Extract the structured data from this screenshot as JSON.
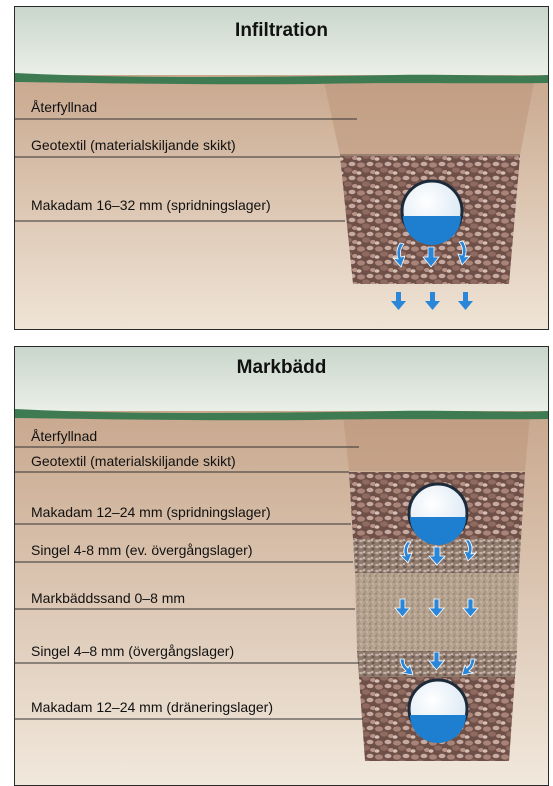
{
  "infiltration": {
    "title": "Infiltration",
    "layers": [
      "Återfyllnad",
      "Geotextil (materialskiljande skikt)",
      "Makadam 16–32 mm (spridningslager)"
    ]
  },
  "markbadd": {
    "title": "Markbädd",
    "layers": [
      "Återfyllnad",
      "Geotextil (materialskiljande skikt)",
      "Makadam 12–24 mm (spridningslager)",
      "Singel 4-8 mm (ev. övergångslager)",
      "Markbäddssand 0–8 mm",
      "Singel 4–8 mm (övergångslager)",
      "Makadam 12–24 mm (dräneringslager)"
    ]
  },
  "colors": {
    "sky": "#dfe8df",
    "grass": "#3f7b52",
    "soil": "#c6a88f",
    "gravel": "#8a6a5e",
    "sand": "#b9a68f",
    "water": "#1e7fd0",
    "arrow": "#2a86d8"
  }
}
